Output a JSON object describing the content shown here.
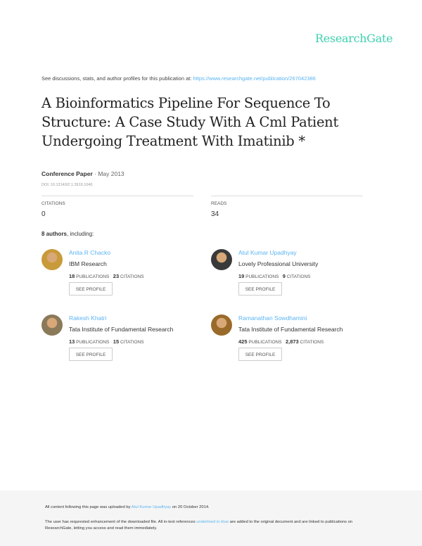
{
  "brand": {
    "logo_text": "ResearchGate",
    "logo_color": "#40d0b0",
    "link_color": "#5bb4f2"
  },
  "discussion": {
    "prefix": "See discussions, stats, and author profiles for this publication at:",
    "url": "https://www.researchgate.net/publication/267042386"
  },
  "publication": {
    "title": "A Bioinformatics Pipeline For Sequence To Structure: A Case Study With A Cml Patient Undergoing Treatment With Imatinib *",
    "type": "Conference Paper",
    "date": "· May 2013",
    "doi": "DOI: 10.13140/2.1.3919.1040"
  },
  "stats": {
    "citations_label": "CITATIONS",
    "citations": "0",
    "reads_label": "READS",
    "reads": "34"
  },
  "authors_summary": {
    "count": "8 authors",
    "suffix": ", including:"
  },
  "authors": [
    {
      "name": "Anita R Chacko",
      "affiliation": "IBM Research",
      "publications": "18",
      "citations": "23",
      "avatar_color": "#c99a3a"
    },
    {
      "name": "Atul Kumar Upadhyay",
      "affiliation": "Lovely Professional University",
      "publications": "19",
      "citations": "9",
      "avatar_color": "#3a3a3a"
    },
    {
      "name": "Rakesh Khatri",
      "affiliation": "Tata Institute of Fundamental Research",
      "publications": "13",
      "citations": "15",
      "avatar_color": "#8a7a5a"
    },
    {
      "name": "Ramanathan Sowdhamini",
      "affiliation": "Tata Institute of Fundamental Research",
      "publications": "425",
      "citations": "2,873",
      "avatar_color": "#9a6a2a"
    }
  ],
  "labels": {
    "publications": "PUBLICATIONS",
    "citations": "CITATIONS",
    "see_profile": "SEE PROFILE"
  },
  "footer": {
    "upload_prefix": "All content following this page was uploaded by",
    "uploader": "Atul Kumar Upadhyay",
    "upload_suffix": "on 20 October 2014.",
    "note_prefix": "The user has requrested enhancement of the downloaded file. All in-text references",
    "note_link": "underlined in blue",
    "note_suffix": "are added to the original document and are linked to publications on ResearchGate, letting you access and read them immediately."
  }
}
